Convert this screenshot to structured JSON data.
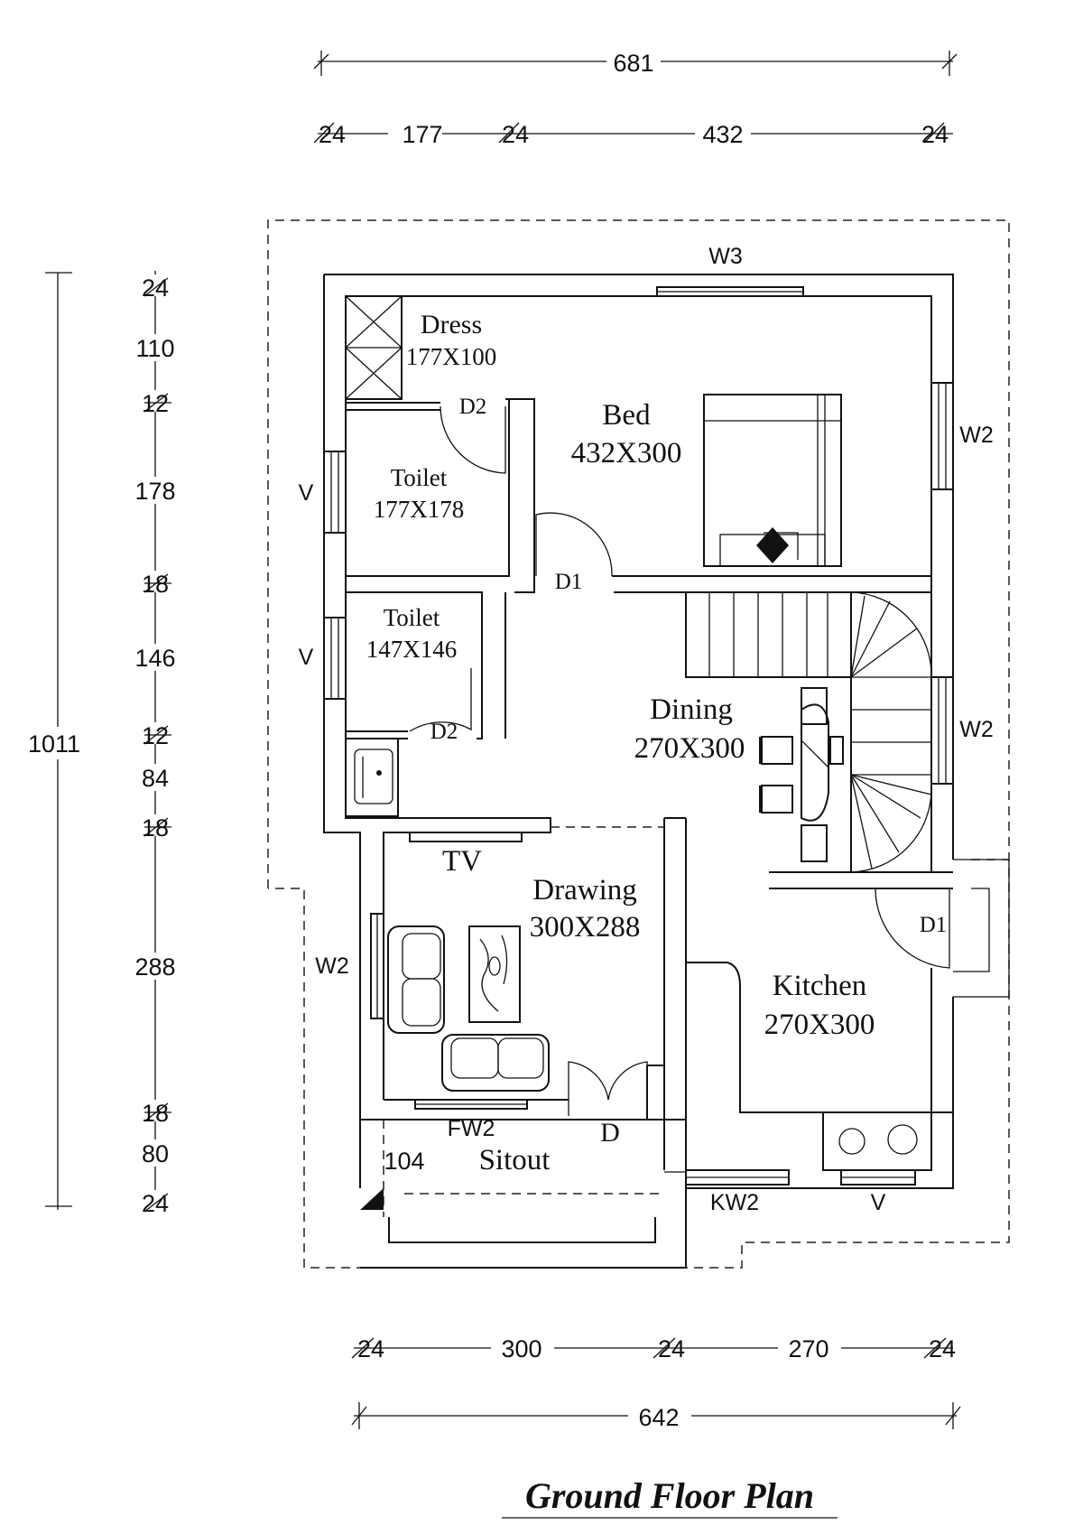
{
  "title": "Ground Floor Plan",
  "dimensions": {
    "top_total": "681",
    "top_segments": [
      "24",
      "177",
      "24",
      "432",
      "24"
    ],
    "left_total": "1011",
    "left_segments": [
      "24",
      "110",
      "12",
      "178",
      "18",
      "146",
      "12",
      "84",
      "18",
      "288",
      "18",
      "80",
      "24"
    ],
    "bottom_segments": [
      "24",
      "300",
      "24",
      "270",
      "24"
    ],
    "bottom_total": "642",
    "sitout_depth": "104"
  },
  "rooms": {
    "dress": {
      "name": "Dress",
      "size": "177X100"
    },
    "bed": {
      "name": "Bed",
      "size": "432X300"
    },
    "toilet1": {
      "name": "Toilet",
      "size": "177X178"
    },
    "toilet2": {
      "name": "Toilet",
      "size": "147X146"
    },
    "dining": {
      "name": "Dining",
      "size": "270X300"
    },
    "drawing": {
      "name": "Drawing",
      "size": "300X288"
    },
    "kitchen": {
      "name": "Kitchen",
      "size": "270X300"
    },
    "sitout": {
      "name": "Sitout"
    }
  },
  "openings": {
    "w3": "W3",
    "w2_bed": "W2",
    "w2_dining": "W2",
    "w2_drawing": "W2",
    "v_toilet1": "V",
    "v_toilet2": "V",
    "v_kitchen": "V",
    "d2_dress": "D2",
    "d2_toilet": "D2",
    "d1_bed": "D1",
    "d1_kitchen": "D1",
    "d_main": "D",
    "fw2": "FW2",
    "kw2": "KW2",
    "tv": "TV"
  }
}
